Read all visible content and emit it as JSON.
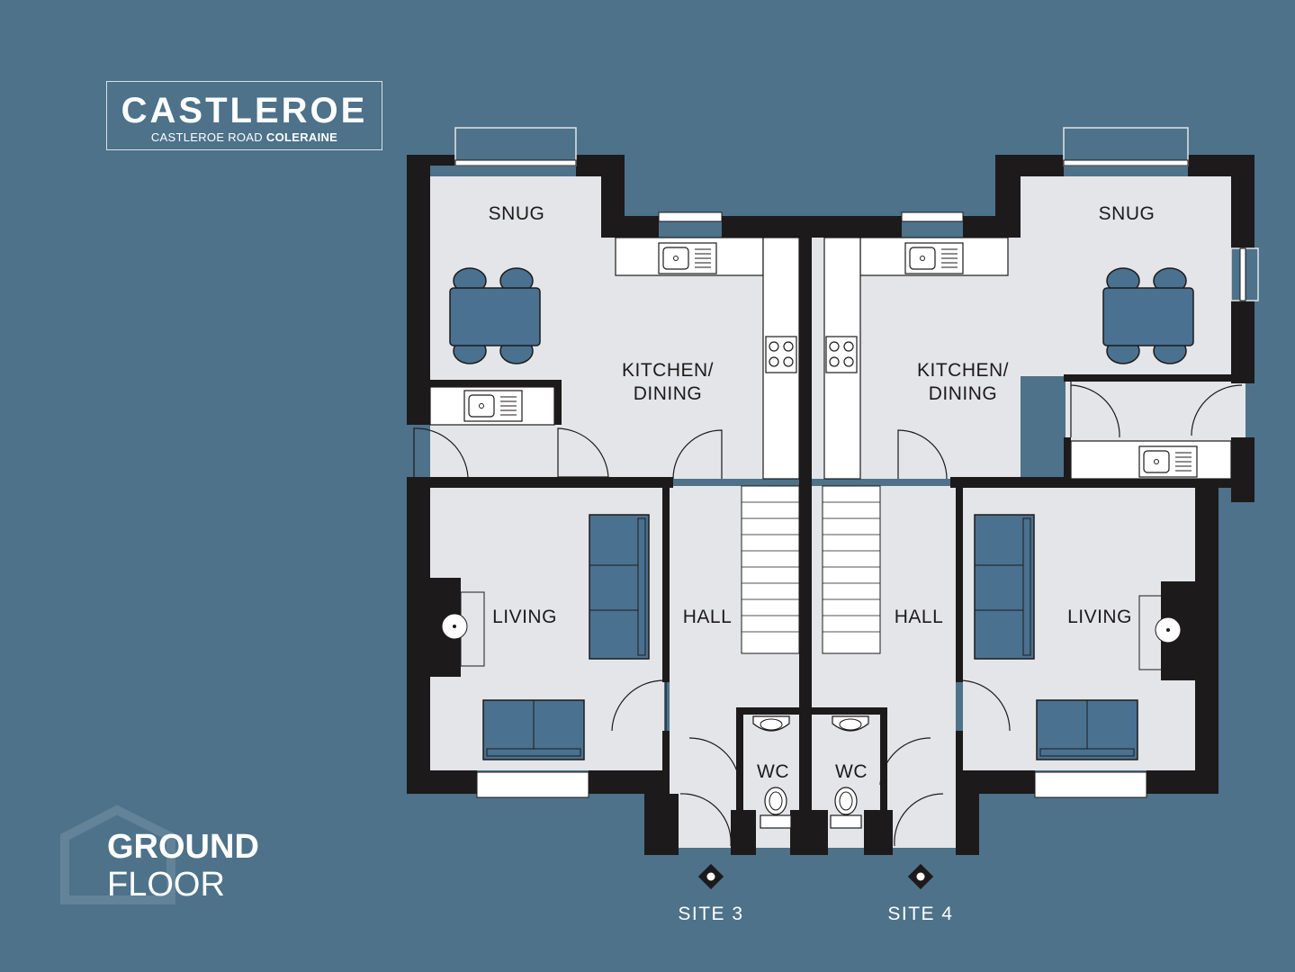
{
  "branding": {
    "development_name": "CASTLEROE",
    "address_light": "CASTLEROE ROAD",
    "address_bold": "COLERAINE"
  },
  "floor": {
    "line1": "GROUND",
    "line2": "FLOOR"
  },
  "rooms": {
    "snug_left": "SNUG",
    "snug_right": "SNUG",
    "kitchen_left_1": "KITCHEN/",
    "kitchen_left_2": "DINING",
    "kitchen_right_1": "KITCHEN/",
    "kitchen_right_2": "DINING",
    "living_left": "LIVING",
    "living_right": "LIVING",
    "hall_left": "HALL",
    "hall_right": "HALL",
    "wc_left": "WC",
    "wc_right": "WC"
  },
  "sites": {
    "left": "SITE 3",
    "right": "SITE 4"
  },
  "colors": {
    "background": "#4d728a",
    "floor": "#e4e5e8",
    "wall": "#1d1a1b",
    "furniture": "#4a7190",
    "text_light": "#ffffff"
  }
}
